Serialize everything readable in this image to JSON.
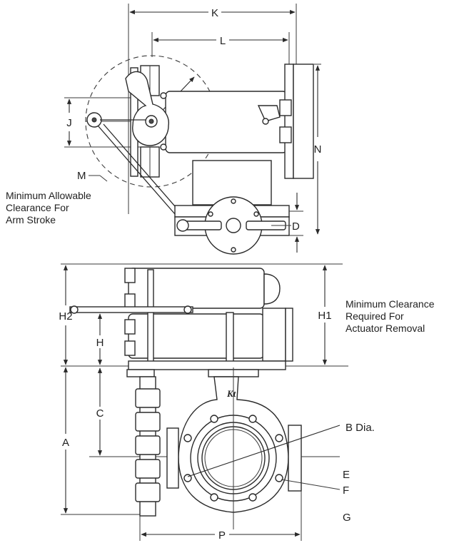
{
  "labels": {
    "K": "K",
    "L": "L",
    "J": "J",
    "M": "M",
    "N": "N",
    "D": "D",
    "H2": "H2",
    "H1": "H1",
    "H": "H",
    "C": "C",
    "A": "A",
    "B": "B Dia.",
    "E": "E",
    "F": "F",
    "G": "G",
    "P": "P"
  },
  "notes": {
    "arm_stroke": [
      "Minimum Allowable",
      "Clearance For",
      "Arm Stroke"
    ],
    "actuator_removal": [
      "Minimum Clearance",
      "Required For",
      "Actuator Removal"
    ]
  },
  "logo_text": "Kt"
}
